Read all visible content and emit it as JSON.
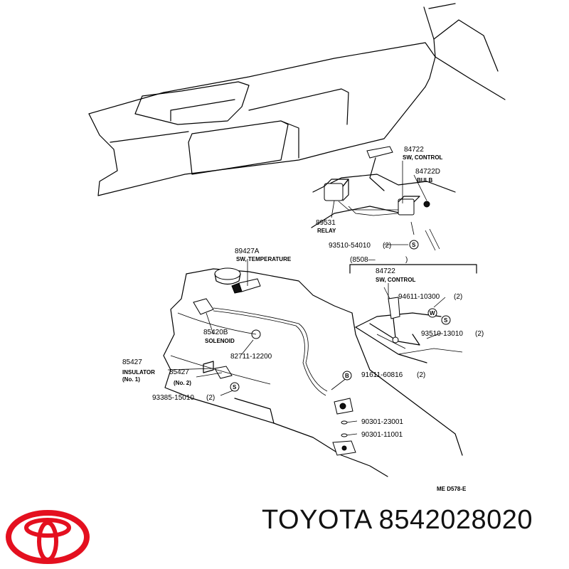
{
  "diagram": {
    "parts": {
      "p84722_top": "84722",
      "sw_control_top": "SW, CONTROL",
      "p84722d": "84722D",
      "bulb": "BULB",
      "p89531": "89531",
      "relay": "RELAY",
      "p93510_54010": "93510-54010",
      "qty2_a": "(2)",
      "p8508": "(8508—",
      "p8508_close": ")",
      "p89427a": "89427A",
      "sw_temperature": "SW, TEMPERATURE",
      "p84722_mid": "84722",
      "sw_control_mid": "SW, CONTROL",
      "p94611": "94611-10300",
      "qty2_b": "(2)",
      "p93510_13010": "93510-13010",
      "qty2_c": "(2)",
      "p85420b": "85420B",
      "solenoid": "SOLENOID",
      "p82711": "82711-12200",
      "p85427": "85427",
      "insulator": "INSULATOR",
      "no1": "(No. 1)",
      "p85427_no2": "85427",
      "no2": "(No. 2)",
      "p91611": "91611-60816",
      "qty2_d": "(2)",
      "p93385": "93385-15010",
      "qty2_e": "(2)",
      "p90301_23001": "90301-23001",
      "p90301_11001": "90301-11001",
      "ref_code": "ME  D578-E"
    },
    "markers": {
      "s": "S",
      "w": "W",
      "b": "B"
    }
  },
  "footer": {
    "brand_part": "TOYOTA 8542028020"
  },
  "colors": {
    "logo": "#e4101f",
    "ink": "#000000"
  },
  "icons": {
    "logo": "toyota-logo-icon"
  }
}
